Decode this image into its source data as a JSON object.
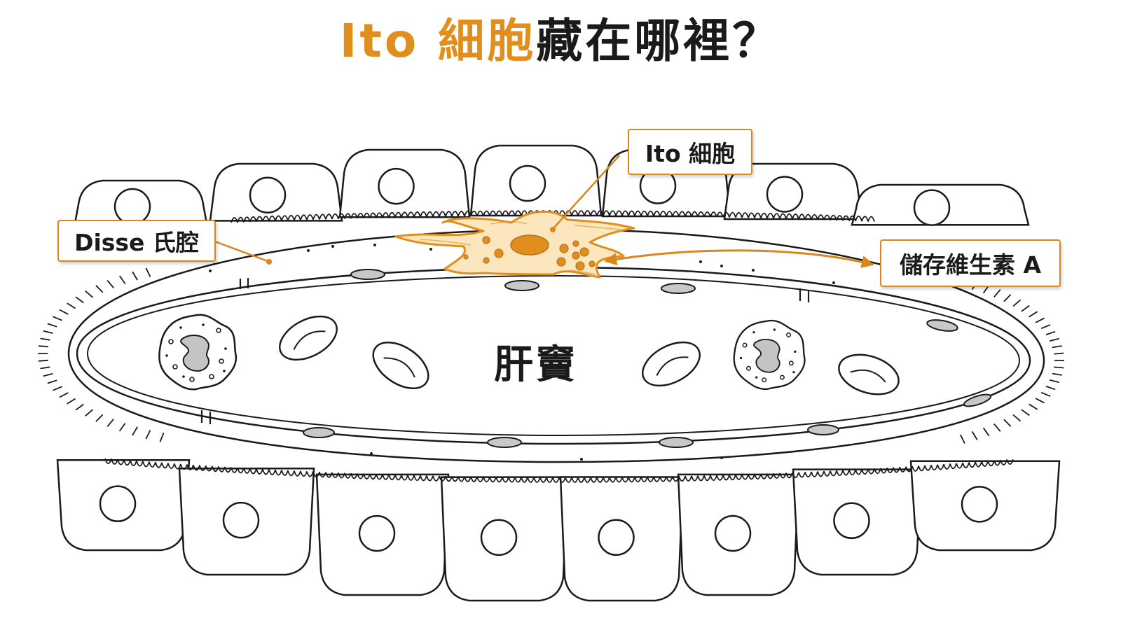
{
  "title": {
    "part1": "Ito 細胞",
    "part2": "藏在哪裡？"
  },
  "labels": {
    "disse": "Disse 氏腔",
    "ito": "Ito 細胞",
    "vitamin_a": "儲存維生素 A",
    "sinusoid": "肝竇"
  },
  "colors": {
    "accent": "#e08e1e",
    "ito_fill": "#fbe6bd",
    "line": "#1a1a1a",
    "grey": "#c4c4c4"
  }
}
